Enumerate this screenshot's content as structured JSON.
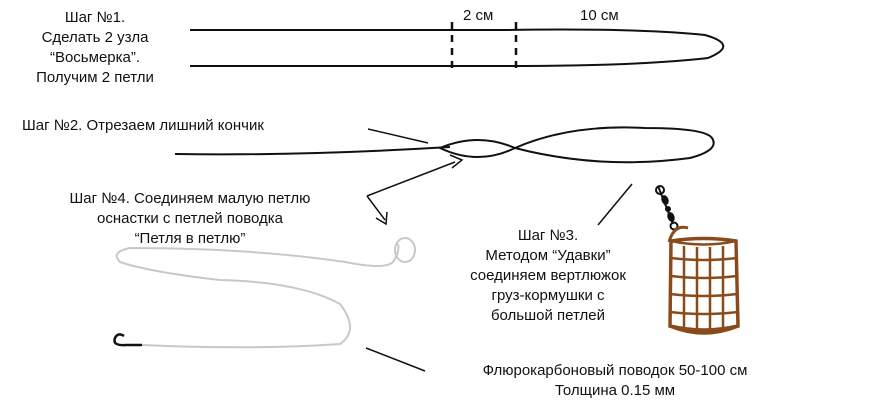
{
  "step1": {
    "lines": [
      "Шаг №1.",
      "Сделать 2 узла",
      "“Восьмерка”.",
      "Получим 2 петли"
    ],
    "dim_small": "2 см",
    "dim_large": "10 см"
  },
  "step2": {
    "label": "Шаг №2. Отрезаем лишний кончик"
  },
  "step3": {
    "lines": [
      "Шаг №3.",
      "Методом “Удавки”",
      "соединяем вертлюжок",
      "груз-кормушки с",
      "большой петлей"
    ]
  },
  "step4": {
    "lines": [
      "Шаг №4. Соединяем малую петлю",
      "оснастки с петлей поводка",
      "“Петля в петлю”"
    ]
  },
  "leader": {
    "lines": [
      "Флюрокарбоновый поводок 50-100 см",
      "Толщина 0.15 мм"
    ]
  },
  "colors": {
    "line": "#111111",
    "leader": "#c8c8c8",
    "feeder": "#8b4a1c"
  }
}
